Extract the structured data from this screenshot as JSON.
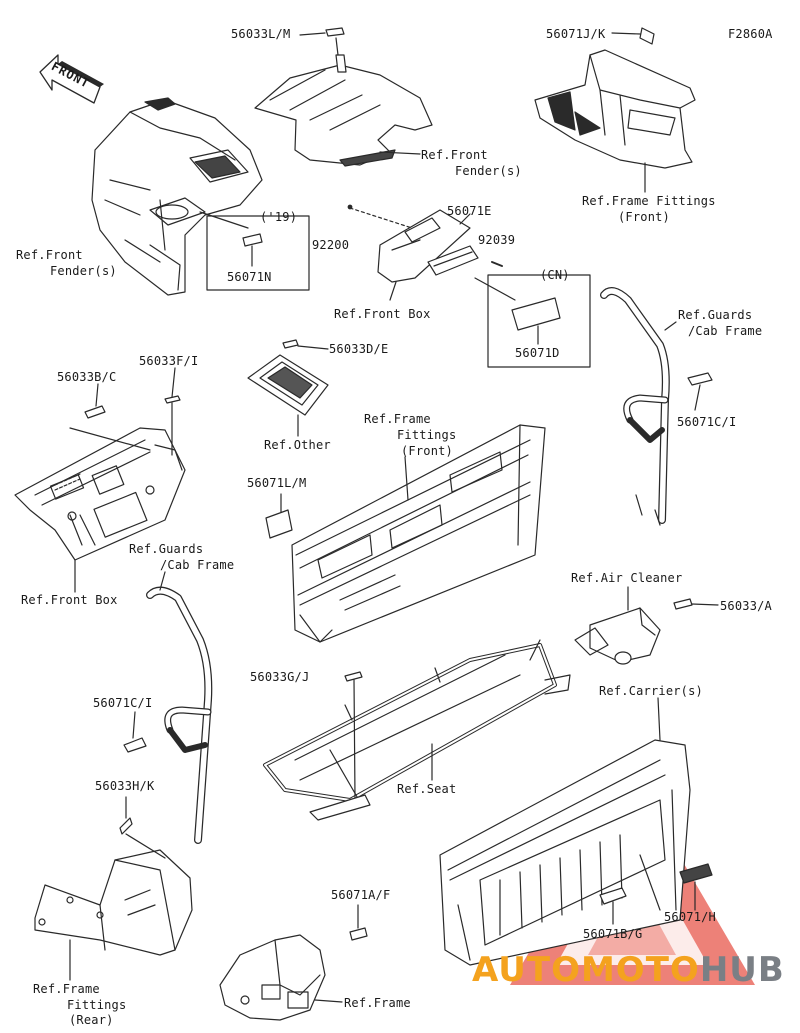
{
  "figure_id": "F2860A",
  "front_indicator": "FRONT",
  "labels": {
    "p56033LM": "56033L/M",
    "p56071JK": "56071J/K",
    "ref_front_fender_top_1": "Ref.Front",
    "ref_front_fender_top_2": "Fender(s)",
    "ref_frame_fittings_front_top_1": "Ref.Frame Fittings",
    "ref_frame_fittings_front_top_2": "(Front)",
    "year_19": "('19)",
    "p56071N": "56071N",
    "ref_front_fender_left_1": "Ref.Front",
    "ref_front_fender_left_2": "Fender(s)",
    "p92200": "92200",
    "p56071E": "56071E",
    "p92039": "92039",
    "cn": "(CN)",
    "ref_front_box_mid": "Ref.Front Box",
    "p56071D": "56071D",
    "ref_guards_right_1": "Ref.Guards",
    "ref_guards_right_2": "/Cab Frame",
    "p56033BC": "56033B/C",
    "p56033FI": "56033F/I",
    "p56033DE": "56033D/E",
    "ref_other": "Ref.Other",
    "ref_frame_fittings_center_1": "Ref.Frame",
    "ref_frame_fittings_center_2": "Fittings",
    "ref_frame_fittings_center_3": "(Front)",
    "p56071CI_right": "56071C/I",
    "p56071LM": "56071L/M",
    "ref_front_box_left": "Ref.Front Box",
    "ref_guards_left_1": "Ref.Guards",
    "ref_guards_left_2": "/Cab Frame",
    "ref_air_cleaner": "Ref.Air Cleaner",
    "p56033A": "56033/A",
    "p56033GJ": "56033G/J",
    "ref_carriers": "Ref.Carrier(s)",
    "p56071CI_left": "56071C/I",
    "ref_seat": "Ref.Seat",
    "p56033HK": "56033H/K",
    "p56071AF": "56071A/F",
    "p56071BG": "56071B/G",
    "p56071H": "56071/H",
    "ref_frame_fittings_rear_1": "Ref.Frame",
    "ref_frame_fittings_rear_2": "Fittings",
    "ref_frame_fittings_rear_3": "(Rear)",
    "ref_frame": "Ref.Frame"
  },
  "watermark": {
    "part1": "AUTOMOTO",
    "part2": "HUB",
    "color1": "#f4a21e",
    "color2": "#7a7f85",
    "logo_color": "#e0443a"
  }
}
